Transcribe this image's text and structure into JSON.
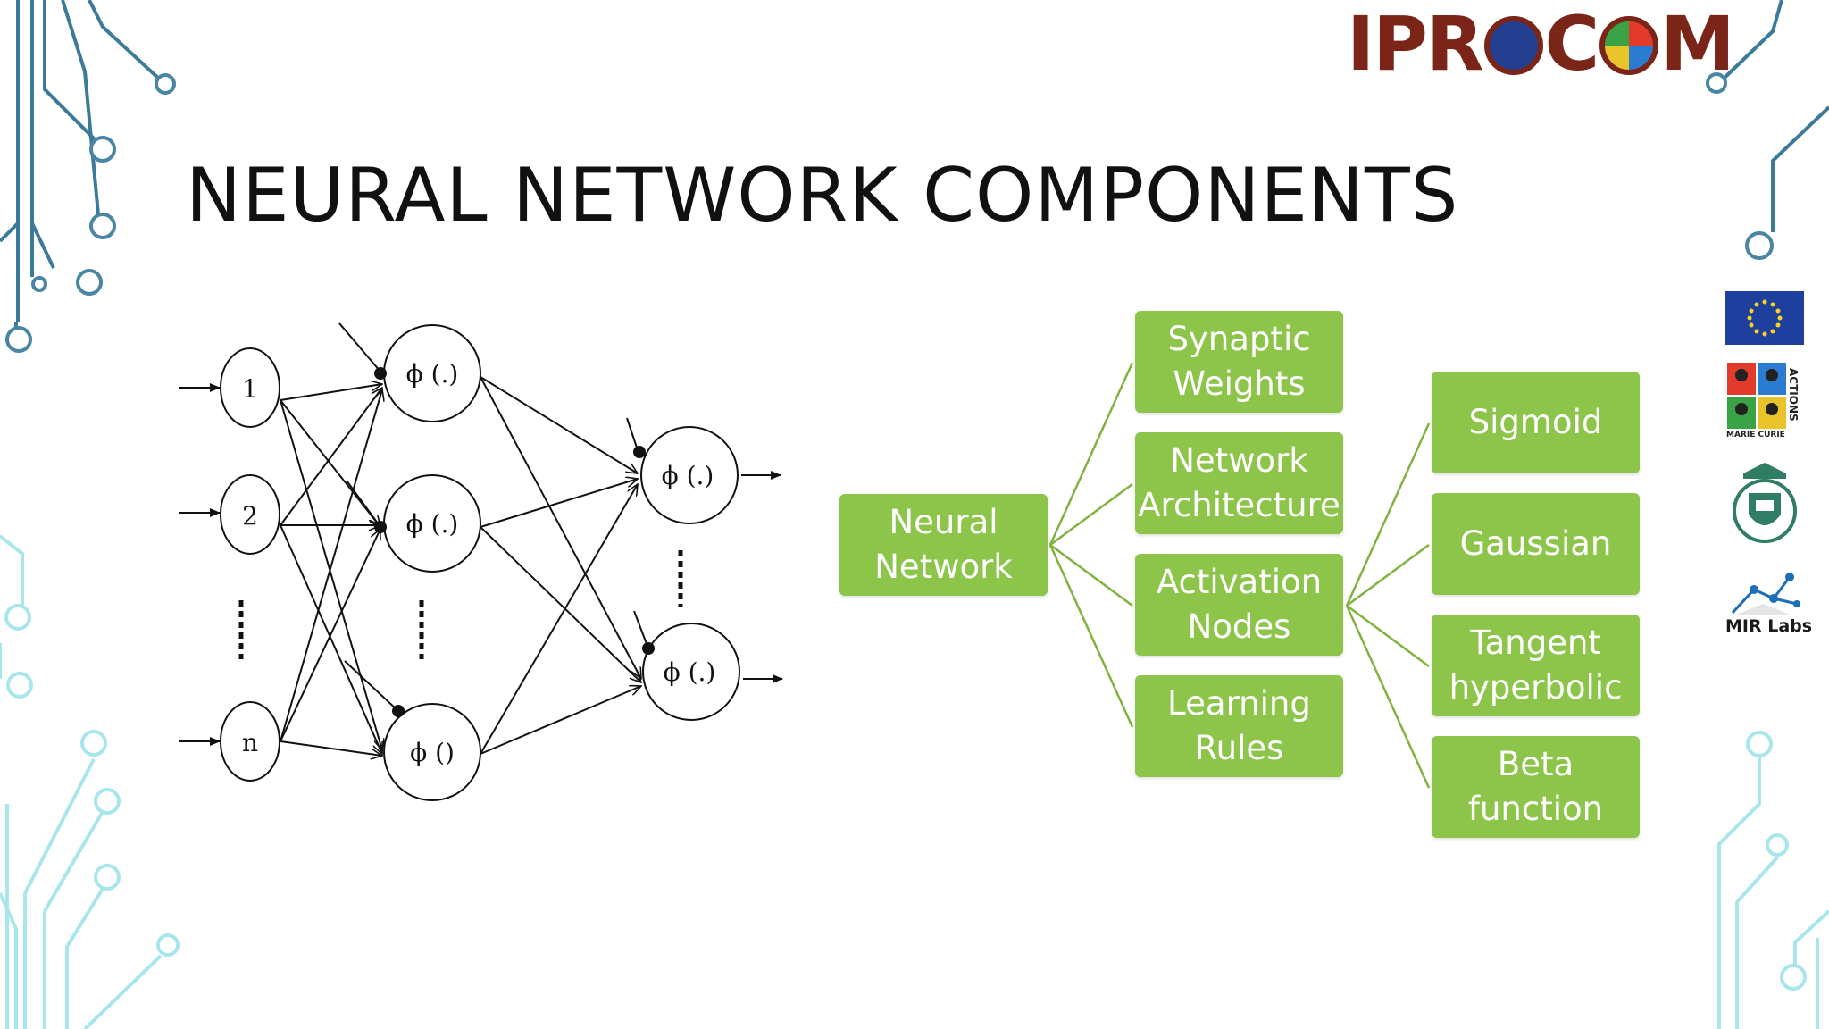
{
  "slide": {
    "title": "NEURAL NETWORK COMPONENTS",
    "logo": {
      "prefix": "IPR",
      "middle": "C",
      "suffix": "M",
      "icons": [
        "eu-flag-icon",
        "marie-curie-icon"
      ]
    }
  },
  "side_logos": {
    "marie_curie_bottom": "MARIE CURIE",
    "marie_curie_side": "ACTIONS",
    "mir": "MIR Labs"
  },
  "network": {
    "input_nodes": [
      "1",
      "2",
      "n"
    ],
    "hidden_nodes": [
      "ϕ (.)",
      "ϕ (.)",
      "ϕ ()"
    ],
    "output_nodes": [
      "ϕ (.)",
      "ϕ (.)"
    ]
  },
  "tree": {
    "root": "Neural\nNetwork",
    "components": [
      "Synaptic\nWeights",
      "Network\nArchitecture",
      "Activation\nNodes",
      "Learning\nRules"
    ],
    "activations": [
      "Sigmoid",
      "Gaussian",
      "Tangent\nhyperbolic",
      "Beta\nfunction"
    ]
  },
  "colors": {
    "box_fill": "#8dc54b",
    "box_text": "#ffffff",
    "connector": "#7fb33e",
    "circuit_dark": "#2f6f8f",
    "circuit_light": "#9fe3ea",
    "logo_text": "#7b2418"
  }
}
